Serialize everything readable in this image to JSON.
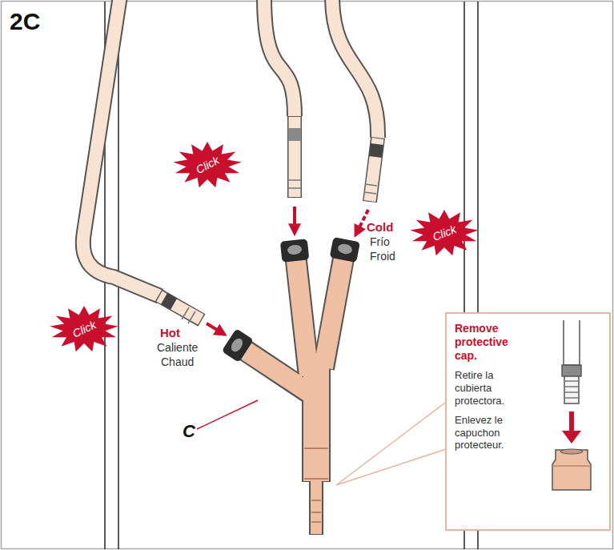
{
  "diagram": {
    "title": "2C",
    "nodes": [
      {
        "text": [
          "Click"
        ]
      },
      {
        "text": [
          "Click"
        ]
      },
      {
        "text": [
          "Click"
        ]
      },
      {
        "text": [
          "Remove protective cap.",
          "Retire la cubierta protectora.",
          "Enlevez le capuchon protecteur."
        ]
      }
    ],
    "labels": [
      "Hot",
      "Caliente",
      "Chaud",
      "Cold",
      "Frío",
      "Froid",
      "C"
    ]
  }
}
